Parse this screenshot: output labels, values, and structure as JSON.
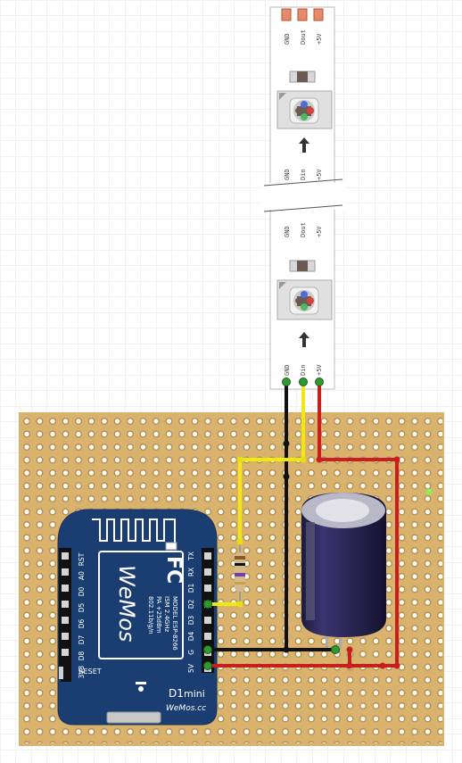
{
  "led_strip": {
    "segment_top": {
      "labels_top": [
        "GND",
        "Dout",
        "+5V"
      ],
      "labels_bottom": [
        "GND",
        "Din",
        "+5V"
      ]
    },
    "segment_bottom": {
      "labels_top": [
        "GND",
        "Dout",
        "+5V"
      ],
      "labels_bottom": [
        "GND",
        "Din",
        "+5V"
      ]
    }
  },
  "d1_mini": {
    "pins_left": [
      "RST",
      "A0",
      "D0",
      "D5",
      "D6",
      "D7",
      "D8",
      "3V3"
    ],
    "pins_right": [
      "TX",
      "RX",
      "D1",
      "D2",
      "D3",
      "D4",
      "G",
      "5V"
    ],
    "reset_label": "RESET",
    "title_main": "D1",
    "title_sub": "mini",
    "brand": "WeMos.cc",
    "module_brand": "WeMos",
    "module_fc": "FC",
    "module_model": "MODEL ESP-8266",
    "module_ism": "ISM 2.4GHz",
    "module_pa": "PA +25dBm",
    "module_std": "802.11b/g/n"
  },
  "colors": {
    "grid": "#e6e6e6",
    "board": "#d9b36e",
    "pad": "#ffffff",
    "wire_gnd": "#1a1a1a",
    "wire_data": "#f0e80f",
    "wire_power": "#c81e1e",
    "wemos": "#1b3e72",
    "capacitor": "#2a2450",
    "indicator": "#8cf05a"
  }
}
